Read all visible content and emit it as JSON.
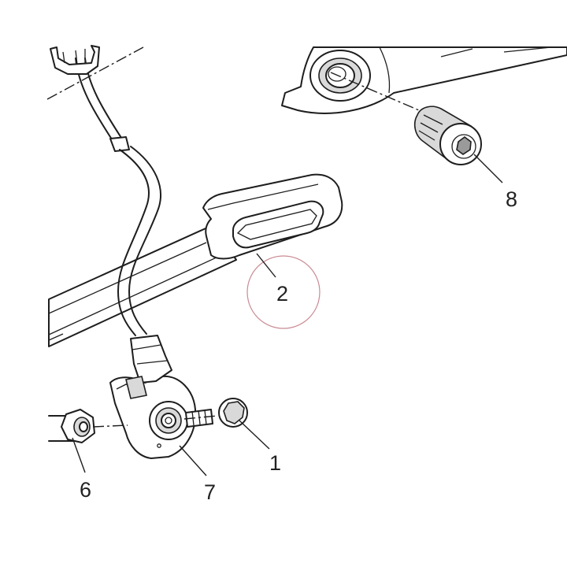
{
  "callouts": [
    {
      "id": "1",
      "label": "1"
    },
    {
      "id": "2",
      "label": "2"
    },
    {
      "id": "6",
      "label": "6"
    },
    {
      "id": "7",
      "label": "7"
    },
    {
      "id": "8",
      "label": "8"
    }
  ],
  "colors": {
    "line": "#1e1e1e",
    "shade": "#d9d9d9",
    "highlight_circle": "#c98a94",
    "background": "#ffffff"
  }
}
